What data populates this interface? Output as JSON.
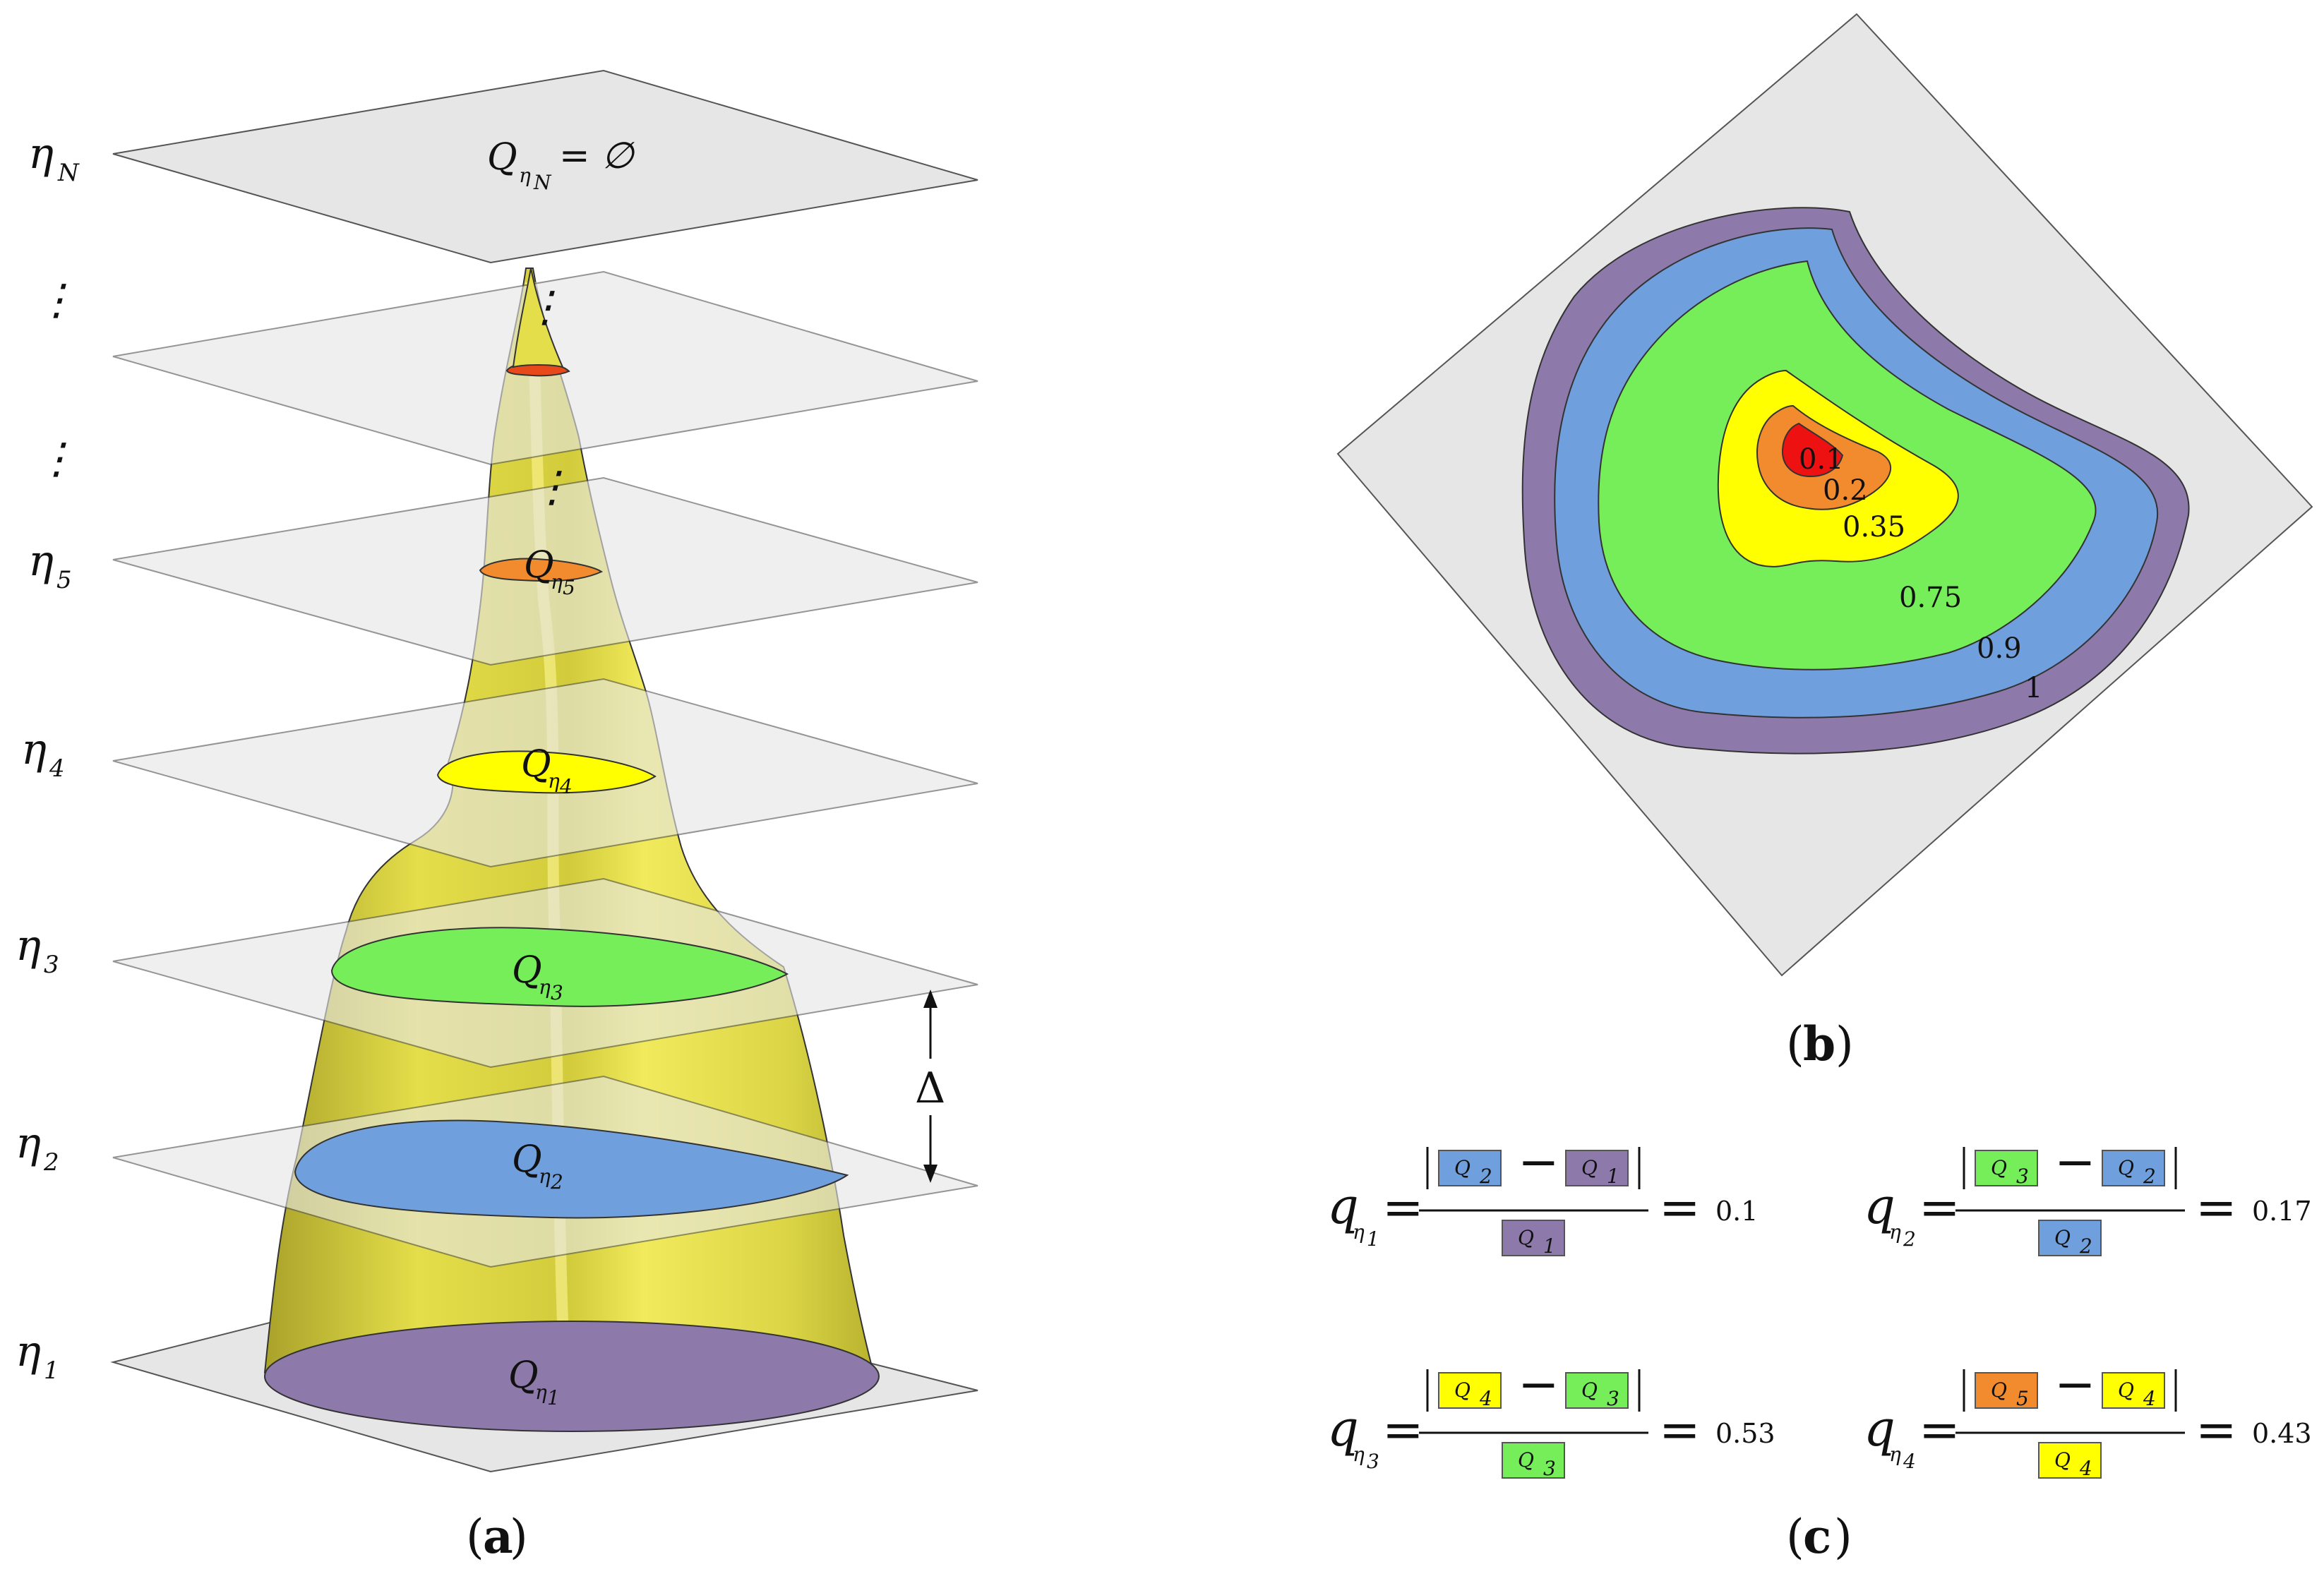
{
  "panel_a": {
    "label_open": "(",
    "label_letter": "a",
    "label_close": ")",
    "levels": [
      {
        "main": "η",
        "sub": "N"
      },
      {
        "main": "⋮",
        "sub": ""
      },
      {
        "main": "⋮",
        "sub": ""
      },
      {
        "main": "η",
        "sub": "5"
      },
      {
        "main": "η",
        "sub": "4"
      },
      {
        "main": "η",
        "sub": "3"
      },
      {
        "main": "η",
        "sub": "2"
      },
      {
        "main": "η",
        "sub": "1"
      }
    ],
    "top_label": {
      "q": "Q",
      "sub_eta": "η",
      "sub_n": "N",
      "equals": "= ∅"
    },
    "sections": [
      {
        "q": "Q",
        "sub_eta": "η",
        "sub_n": "5"
      },
      {
        "q": "Q",
        "sub_eta": "η",
        "sub_n": "4"
      },
      {
        "q": "Q",
        "sub_eta": "η",
        "sub_n": "3"
      },
      {
        "q": "Q",
        "sub_eta": "η",
        "sub_n": "2"
      },
      {
        "q": "Q",
        "sub_eta": "η",
        "sub_n": "1"
      }
    ],
    "delta": "Δ",
    "dots": "⋮"
  },
  "panel_b": {
    "label_open": "(",
    "label_letter": "b",
    "label_close": ")",
    "contours": [
      "0.1",
      "0.2",
      "0.35",
      "0.75",
      "0.9",
      "1"
    ]
  },
  "panel_c": {
    "label_open": "(",
    "label_letter": "c",
    "label_close": ")",
    "equations": [
      {
        "lhs": "q",
        "lhs_sub": "η",
        "lhs_n": "1",
        "a": "Q",
        "a_n": "2",
        "b": "Q",
        "b_n": "1",
        "den": "Q",
        "den_n": "1",
        "minus": "−",
        "eq": "=",
        "value": "0.1"
      },
      {
        "lhs": "q",
        "lhs_sub": "η",
        "lhs_n": "2",
        "a": "Q",
        "a_n": "3",
        "b": "Q",
        "b_n": "2",
        "den": "Q",
        "den_n": "2",
        "minus": "−",
        "eq": "=",
        "value": "0.17"
      },
      {
        "lhs": "q",
        "lhs_sub": "η",
        "lhs_n": "3",
        "a": "Q",
        "a_n": "4",
        "b": "Q",
        "b_n": "3",
        "den": "Q",
        "den_n": "3",
        "minus": "−",
        "eq": "=",
        "value": "0.53"
      },
      {
        "lhs": "q",
        "lhs_sub": "η",
        "lhs_n": "4",
        "a": "Q",
        "a_n": "5",
        "b": "Q",
        "b_n": "4",
        "den": "Q",
        "den_n": "4",
        "minus": "−",
        "eq": "=",
        "value": "0.43"
      }
    ]
  },
  "colors": {
    "purple": "#8e79ab",
    "blue": "#6f9fdc",
    "green": "#76ee5a",
    "yellow": "#ffff00",
    "orange": "#f28a2e",
    "red": "#ee1111",
    "surface": "#e6e04a",
    "plane": "#e6e6e6"
  }
}
